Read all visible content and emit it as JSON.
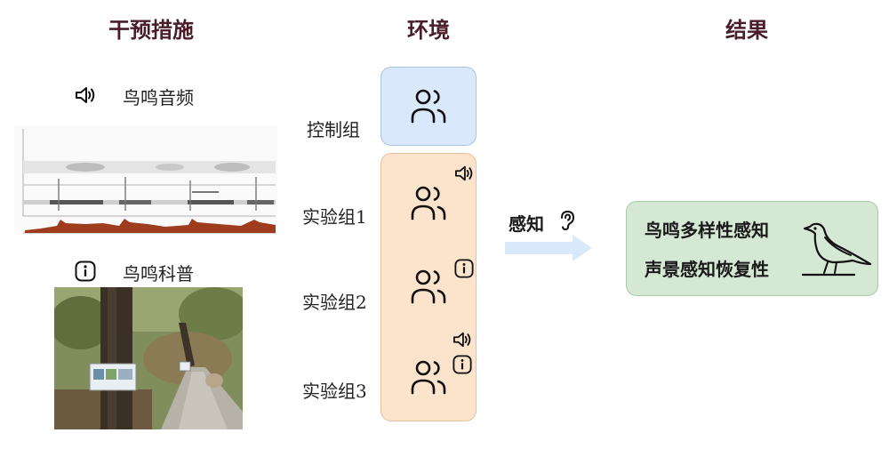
{
  "headers": {
    "intervention": "干预措施",
    "environment": "环境",
    "result": "结果"
  },
  "interventions": {
    "audio_label": "鸟鸣音频",
    "info_label": "鸟鸣科普",
    "audio_icon": "speaker-icon",
    "info_icon": "info-icon"
  },
  "groups": [
    {
      "label": "控制组",
      "icons": []
    },
    {
      "label": "实验组1",
      "icons": [
        "speaker-icon"
      ]
    },
    {
      "label": "实验组2",
      "icons": [
        "info-icon"
      ]
    },
    {
      "label": "实验组3",
      "icons": [
        "speaker-icon",
        "info-icon"
      ]
    }
  ],
  "perception": {
    "label": "感知",
    "icon": "ear-icon"
  },
  "results": {
    "line1": "鸟鸣多样性感知",
    "line2": "声景感知恢复性",
    "icon": "bird-icon"
  },
  "colors": {
    "header": "#4a1e28",
    "control_box": "#dae8fb",
    "experiment_box": "#fce3cc",
    "result_box": "#d5e8d4",
    "arrow": "#dae8fb",
    "spectrogram_wave": "#a03c1e"
  }
}
